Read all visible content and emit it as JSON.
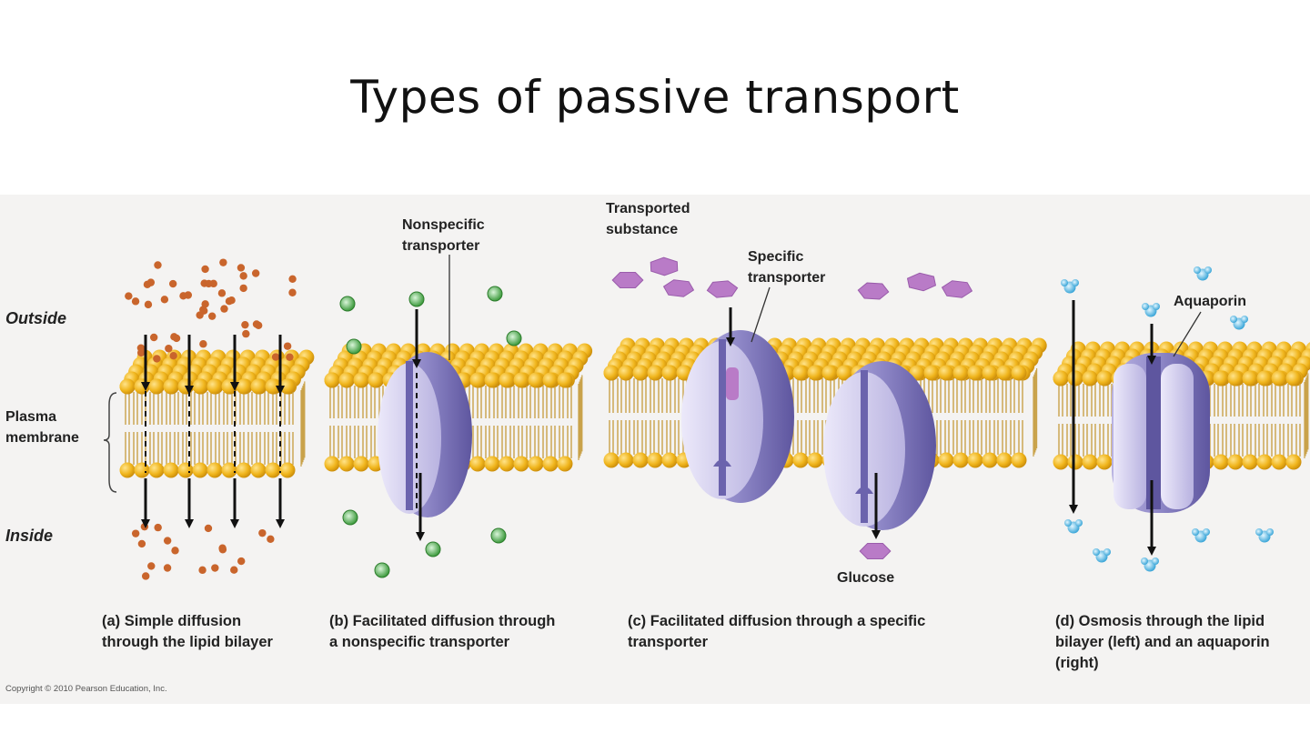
{
  "slide": {
    "title": "Types of passive transport"
  },
  "labels": {
    "outside": "Outside",
    "plasma_membrane": [
      "Plasma",
      "membrane"
    ],
    "inside": "Inside",
    "nonspecific_transporter": [
      "Nonspecific",
      "transporter"
    ],
    "transported_substance": [
      "Transported",
      "substance"
    ],
    "specific_transporter": [
      "Specific",
      "transporter"
    ],
    "aquaporin": "Aquaporin",
    "glucose": "Glucose"
  },
  "captions": {
    "a": [
      "(a) Simple diffusion",
      "through the lipid bilayer"
    ],
    "b": [
      "(b) Facilitated diffusion through",
      "a nonspecific transporter"
    ],
    "c": [
      "(c) Facilitated diffusion through a specific",
      "transporter"
    ],
    "d": [
      "(d) Osmosis through the lipid",
      "bilayer (left) and an aquaporin",
      "(right)"
    ]
  },
  "copyright": "Copyright © 2010 Pearson Education, Inc.",
  "colors": {
    "lipid_head": "#f0b51c",
    "lipid_tail": "#c9a24a",
    "protein": "#8d86c6",
    "protein_light": "#c9c4e8",
    "small_molecule": "#c9652c",
    "green_molecule": "#4fa84f",
    "glucose": "#b97bc7",
    "water": "#4fb3e0"
  }
}
